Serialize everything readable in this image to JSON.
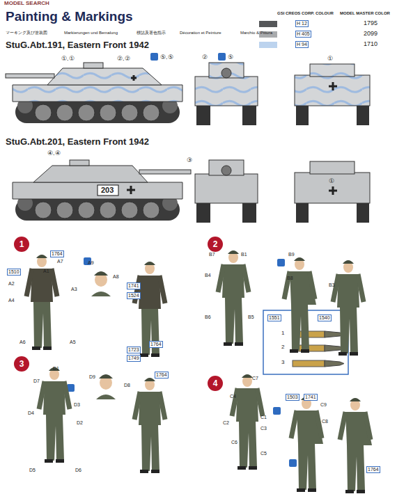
{
  "diagram": {
    "title": "Painting & Markings",
    "nodes": [
      {
        "text": [
          "1"
        ]
      },
      {
        "text": [
          "2"
        ]
      },
      {
        "text": [
          "3"
        ]
      },
      {
        "text": [
          "4"
        ]
      }
    ],
    "labels": [
      "MODEL SEARCH",
      "マーキング及び塗装図",
      "Markierungen und Bemalung",
      "標誌及著色指示",
      "Décoration et Peinture",
      "Marchio & Pittura",
      "GSI CREOS CORP. COLOUR",
      "MODEL MASTER COLOR",
      "H 12",
      "H 405",
      "H 94",
      "StuG.Abt.191, Eastern Front 1942",
      "①.①",
      "②.②",
      "⑤.⑤",
      "②",
      "⑤",
      "①",
      "StuG.Abt.201, Eastern Front 1942",
      "④.④",
      "203",
      "③",
      "①",
      "1764",
      "A7",
      "1510",
      "A1",
      "A2",
      "A4",
      "A3",
      "A6",
      "A5",
      "A9",
      "A8",
      "1741",
      "1524",
      "1723",
      "1749",
      "1764",
      "1764",
      "B7",
      "B1",
      "B9",
      "B8",
      "B4",
      "B6",
      "B5",
      "B3",
      "1551",
      "1540",
      "1",
      "2",
      "3",
      "D1",
      "D7",
      "D3",
      "D4",
      "D2",
      "D5",
      "D6",
      "D9",
      "D8",
      "C7",
      "C4",
      "C2",
      "C1",
      "C3",
      "C6",
      "C5",
      "1503",
      "1741",
      "C9",
      "C8",
      "1764"
    ],
    "legend": [
      {
        "text": "1795",
        "color": "#555759"
      },
      {
        "text": "2099",
        "color": "#a9abad"
      },
      {
        "text": "1710",
        "color": "#bcd3ee"
      }
    ]
  }
}
